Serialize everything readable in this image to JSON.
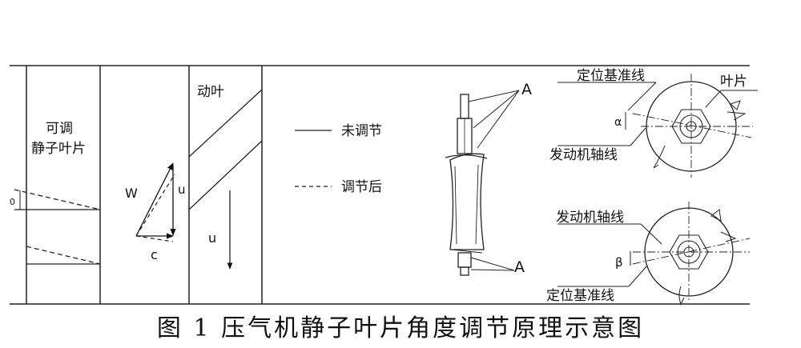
{
  "panel_left": {
    "label_line1": "可调",
    "label_line2": "静子叶片",
    "angle_symbol": "0"
  },
  "panel_middle": {
    "label_rotor": "动叶",
    "vec_w": "W",
    "vec_u": "u",
    "vec_c": "c",
    "vec_u2": "u"
  },
  "legend": {
    "solid_label": "未调节",
    "dashed_label": "调节后"
  },
  "panel_shaft": {
    "label_a_top": "A",
    "label_a_bottom": "A"
  },
  "panel_right_top": {
    "ref_line_label": "定位基准线",
    "blade_label": "叶片",
    "engine_axis_label": "发动机轴线",
    "angle_symbol": "α"
  },
  "panel_right_bottom": {
    "engine_axis_label": "发动机轴线",
    "ref_line_label": "定位基准线",
    "angle_symbol": "β"
  },
  "caption": "图 1 压气机静子叶片角度调节原理示意图"
}
